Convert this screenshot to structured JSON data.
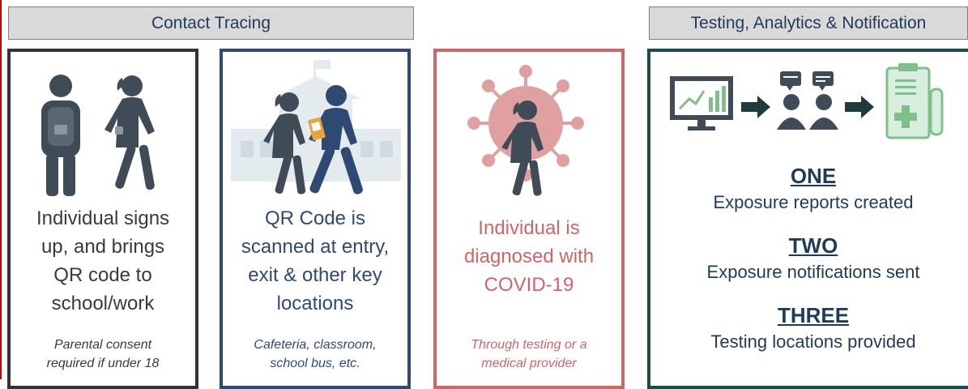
{
  "headers": {
    "contact_tracing": "Contact Tracing",
    "testing": "Testing, Analytics & Notification"
  },
  "cards": [
    {
      "main": [
        "Individual signs",
        "up, and brings",
        "QR code to",
        "school/work"
      ],
      "note": [
        "Parental consent",
        "required if under 18"
      ],
      "border_color": "#333333",
      "text_color": "#3a3a3a",
      "note_color": "#3a3a3a"
    },
    {
      "main": [
        "QR Code is",
        "scanned at entry,",
        "exit & other key",
        "locations"
      ],
      "note": [
        "Cafeteria, classroom,",
        "school bus, etc."
      ],
      "border_color": "#2e4a73",
      "text_color": "#2e4a73",
      "note_color": "#2e4a73"
    },
    {
      "main": [
        "Individual is",
        "diagnosed with",
        "COVID-19"
      ],
      "note": [
        "Through testing or a",
        "medical provider"
      ],
      "border_color": "#d06565",
      "text_color": "#d06565",
      "note_color": "#d06565"
    }
  ],
  "steps": [
    {
      "num": "ONE",
      "desc": "Exposure reports created"
    },
    {
      "num": "TWO",
      "desc": "Exposure notifications sent"
    },
    {
      "num": "THREE",
      "desc": "Testing locations provided"
    }
  ],
  "colors": {
    "figure": "#3f4b57",
    "header_fill": "#d9d9d9",
    "header_text": "#1f3b5a",
    "teal_border": "#1f4a4a",
    "analytics_green": "#7fbf8a",
    "clipboard_fill": "#d8efe0",
    "virus": "#e0a0a0",
    "building": "#e3ebef"
  },
  "icons": [
    "backpack-student-icon",
    "walking-student-icon",
    "school-building-icon",
    "qr-scan-student-icon",
    "walking-adult-icon",
    "virus-icon",
    "infected-student-icon",
    "analytics-monitor-icon",
    "arrow-right-icon",
    "discussion-people-icon",
    "clipboard-testing-icon"
  ]
}
